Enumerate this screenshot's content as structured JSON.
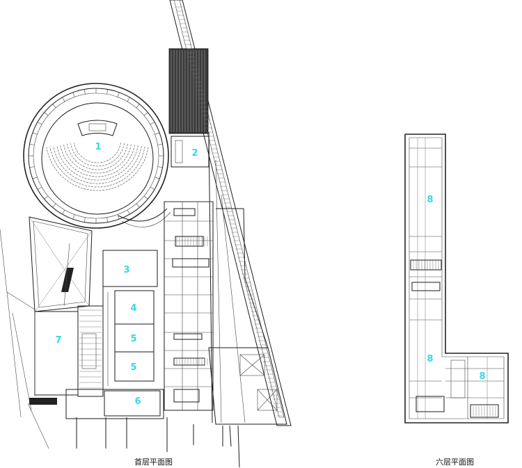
{
  "captions": {
    "ground_floor": "首层平面图",
    "sixth_floor": "六层平面图"
  },
  "rooms": {
    "ground": [
      "1",
      "2",
      "3",
      "4",
      "5",
      "5",
      "6",
      "7"
    ],
    "sixth": [
      "8",
      "8",
      "8"
    ]
  },
  "colors": {
    "room_label": "#37d7e6",
    "linework": "#1a1a1a",
    "background": "#ffffff"
  }
}
